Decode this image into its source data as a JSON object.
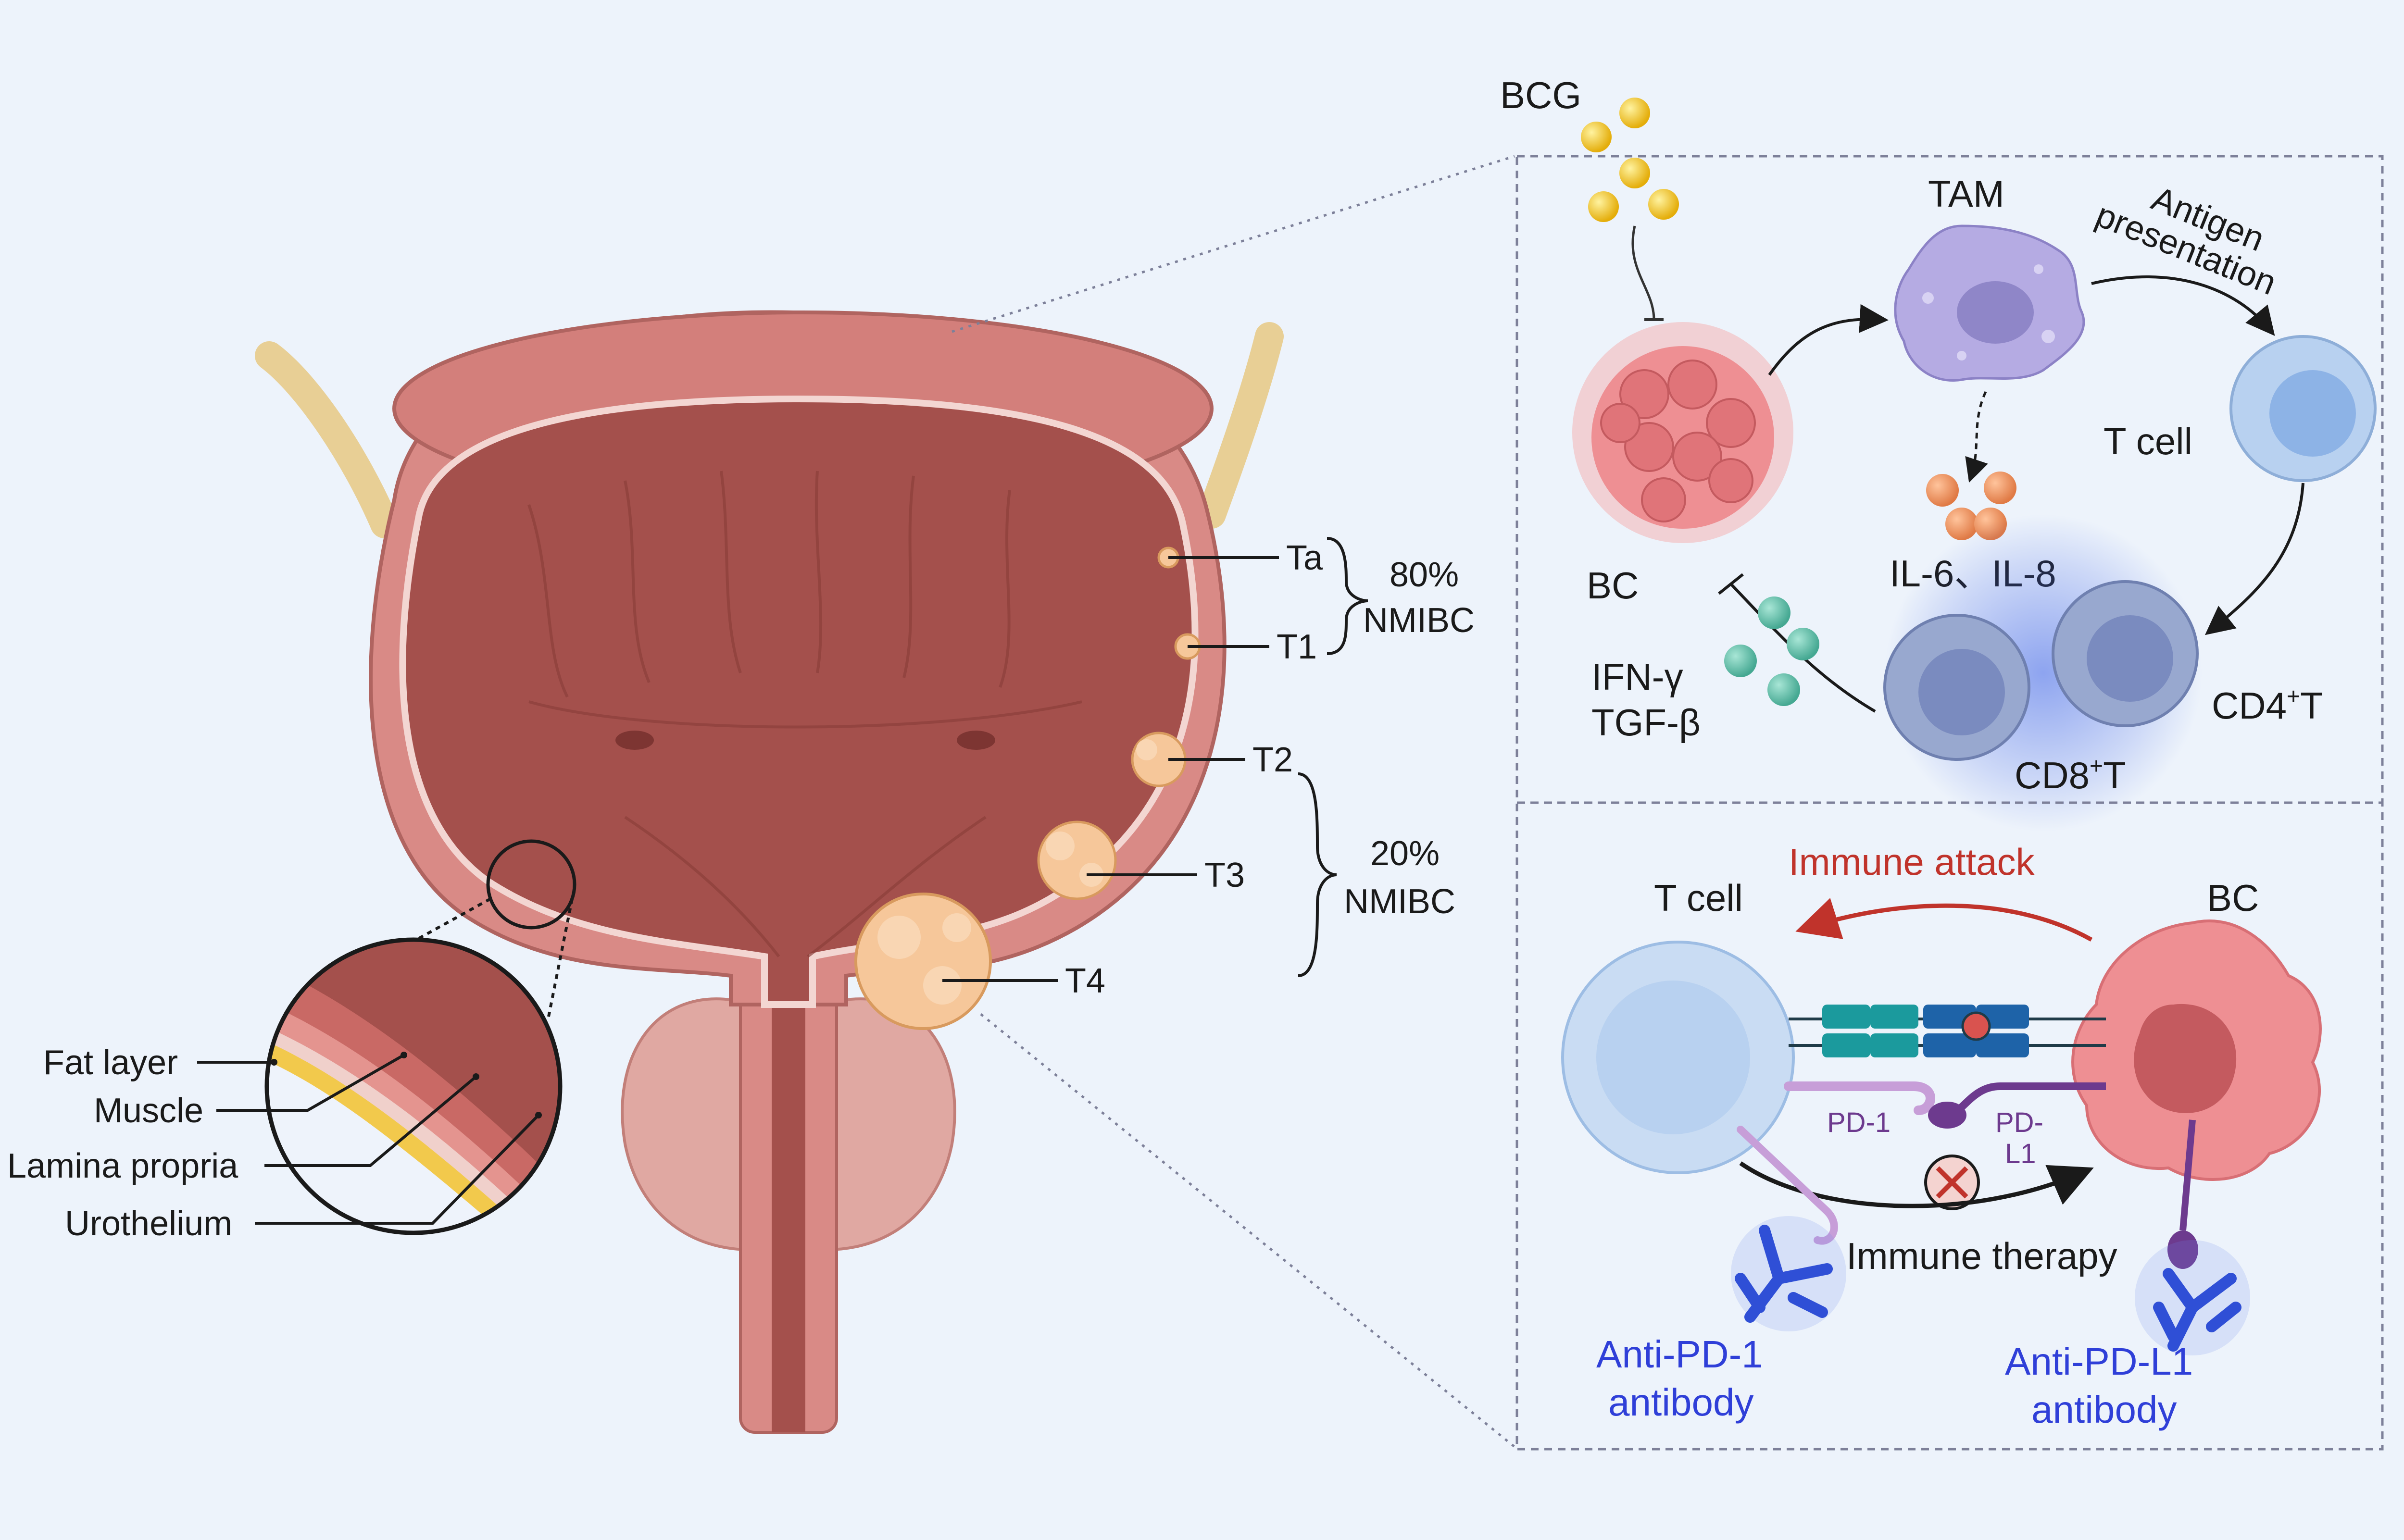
{
  "bladder": {
    "stages": {
      "ta": "Ta",
      "t1": "T1",
      "t2": "T2",
      "t3": "T3",
      "t4": "T4"
    },
    "group_top": {
      "percent": "80%",
      "label": "NMIBC"
    },
    "group_bottom": {
      "percent": "20%",
      "label": "NMIBC"
    },
    "layers": {
      "fat": "Fat layer",
      "muscle": "Muscle",
      "lamina": "Lamina propria",
      "urothelium": "Urothelium"
    }
  },
  "top_panel": {
    "bcg": "BCG",
    "tam": "TAM",
    "antigen_line1": "Antigen",
    "antigen_line2": "presentation",
    "t_cell": "T cell",
    "bc": "BC",
    "il": "IL-6、IL-8",
    "ifn": "IFN-γ",
    "tgf": "TGF-β",
    "cd4": "CD4",
    "cd4_sup": "+",
    "cd4_t": "T",
    "cd8": "CD8",
    "cd8_sup": "+",
    "cd8_t": "T"
  },
  "bottom_panel": {
    "immune_attack": "Immune attack",
    "t_cell": "T cell",
    "bc": "BC",
    "pd1": "PD-1",
    "pdl1_line1": "PD-",
    "pdl1_line2": "L1",
    "immune_therapy": "Immune therapy",
    "anti_pd1_line1": "Anti-PD-1",
    "anti_pd1_line2": "antibody",
    "anti_pdl1_line1": "Anti-PD-L1",
    "anti_pdl1_line2": "antibody"
  },
  "colors": {
    "background": "#edf3fb",
    "bladder_wall": "#d98a86",
    "bladder_lumen": "#a4504c",
    "ureter": "#e8cf95",
    "tumor": "#f6c79a",
    "bc_cell": "#ee8f93",
    "tam": "#b5abe3",
    "t_cell": "#b8d1f0",
    "cd_cell": "#98a8cf",
    "bcg": "#f2c21a",
    "cytokine_orange": "#ee9a6a",
    "cytokine_teal": "#6ec7b2",
    "antibody": "#2f4fd6",
    "immune_attack": "#c0332b"
  }
}
